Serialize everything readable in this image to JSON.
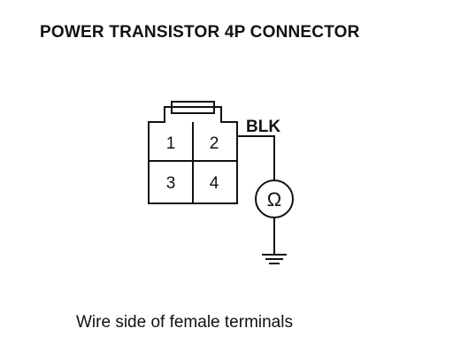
{
  "diagram": {
    "title": "POWER TRANSISTOR 4P CONNECTOR",
    "caption": "Wire side of female terminals",
    "wire_color_label": "BLK",
    "meter_symbol": "Ω",
    "pins": [
      "1",
      "2",
      "3",
      "4"
    ]
  }
}
